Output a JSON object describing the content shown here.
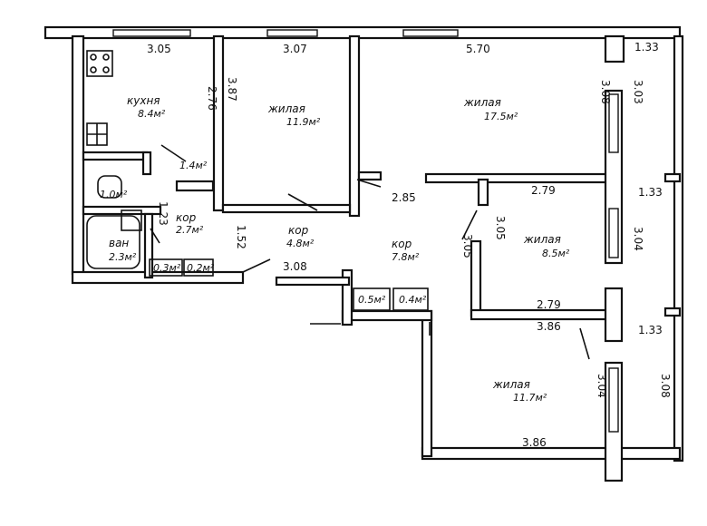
{
  "rooms": [
    {
      "key": "kitchen",
      "name": "кухня",
      "area": "8.4м²"
    },
    {
      "key": "living1",
      "name": "жилая",
      "area": "11.9м²"
    },
    {
      "key": "living2",
      "name": "жилая",
      "area": "17.5м²"
    },
    {
      "key": "living3",
      "name": "жилая",
      "area": "8.5м²"
    },
    {
      "key": "living4",
      "name": "жилая",
      "area": "11.7м²"
    },
    {
      "key": "corridor1",
      "name": "кор",
      "area": "2.7м²"
    },
    {
      "key": "corridor2",
      "name": "кор",
      "area": "4.8м²"
    },
    {
      "key": "corridor3",
      "name": "кор",
      "area": "7.8м²"
    },
    {
      "key": "bath",
      "name": "ван",
      "area": "2.3м²"
    },
    {
      "key": "wc",
      "name": "",
      "area": "1.0м²"
    },
    {
      "key": "hall_small",
      "name": "",
      "area": "1.4м²"
    },
    {
      "key": "closet1",
      "name": "",
      "area": "0.3м²"
    },
    {
      "key": "closet2",
      "name": "",
      "area": "0.2м²"
    },
    {
      "key": "closet3",
      "name": "",
      "area": "0.5м²"
    },
    {
      "key": "closet4",
      "name": "",
      "area": "0.4м²"
    }
  ],
  "dimensions": {
    "d1": "3.05",
    "d2": "3.07",
    "d3": "5.70",
    "d4": "1.33",
    "d5": "2.76",
    "d6": "3.87",
    "d7": "3.08",
    "d8": "3.03",
    "d9": "2.85",
    "d10": "2.79",
    "d11": "1.33",
    "d12": "3.05",
    "d13": "3.05",
    "d14": "3.04",
    "d15": "1.52",
    "d16": "3.08",
    "d17": "2.79",
    "d18": "3.86",
    "d19": "1.33",
    "d20": "3.04",
    "d21": "3.08",
    "d22": "3.86",
    "d23": "1.23"
  }
}
